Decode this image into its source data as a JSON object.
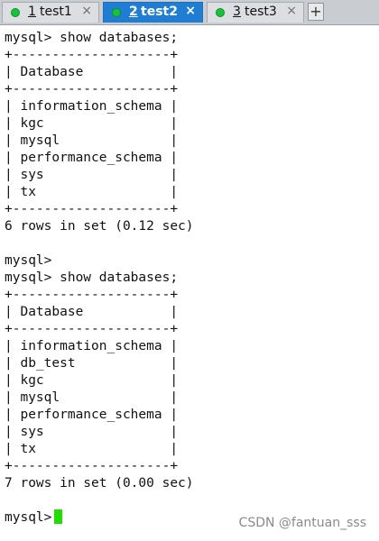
{
  "tabs": [
    {
      "number": "1",
      "name": "test1",
      "active": false
    },
    {
      "number": "2",
      "name": "test2",
      "active": true
    },
    {
      "number": "3",
      "name": "test3",
      "active": false
    }
  ],
  "tab_close_glyph": "×",
  "new_tab_glyph": "+",
  "terminal_lines": [
    "mysql> show databases;",
    "+--------------------+",
    "| Database           |",
    "+--------------------+",
    "| information_schema |",
    "| kgc                |",
    "| mysql              |",
    "| performance_schema |",
    "| sys                |",
    "| tx                 |",
    "+--------------------+",
    "6 rows in set (0.12 sec)",
    "",
    "mysql>",
    "mysql> show databases;",
    "+--------------------+",
    "| Database           |",
    "+--------------------+",
    "| information_schema |",
    "| db_test            |",
    "| kgc                |",
    "| mysql              |",
    "| performance_schema |",
    "| sys                |",
    "| tx                 |",
    "+--------------------+",
    "7 rows in set (0.00 sec)",
    ""
  ],
  "prompt": "mysql>",
  "watermark": "CSDN @fantuan_sss",
  "colors": {
    "active_tab": "#1f7ed4",
    "status_dot": "#19c23a",
    "cursor": "#22dd00"
  }
}
